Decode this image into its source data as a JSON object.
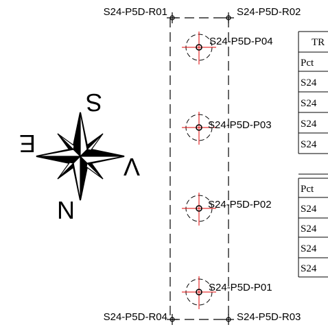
{
  "corners": {
    "r01": "S24-P5D-R01",
    "r02": "S24-P5D-R02",
    "r03": "S24-P5D-R03",
    "r04": "S24-P5D-R04"
  },
  "points": {
    "p04": "S24-P5D-P04",
    "p03": "S24-P5D-P03",
    "p02": "S24-P5D-P02",
    "p01": "S24-P5D-P01"
  },
  "compass": {
    "s": "S",
    "e": "E",
    "v": "V",
    "n": "N"
  },
  "table": {
    "header": "TR",
    "group1": [
      "Pct",
      "S24",
      "S24",
      "S24",
      "S24"
    ],
    "group2": [
      "Pct",
      "S24",
      "S24",
      "S24",
      "S24"
    ]
  },
  "colors": {
    "line": "#000000",
    "crosshair": "#e00000"
  }
}
